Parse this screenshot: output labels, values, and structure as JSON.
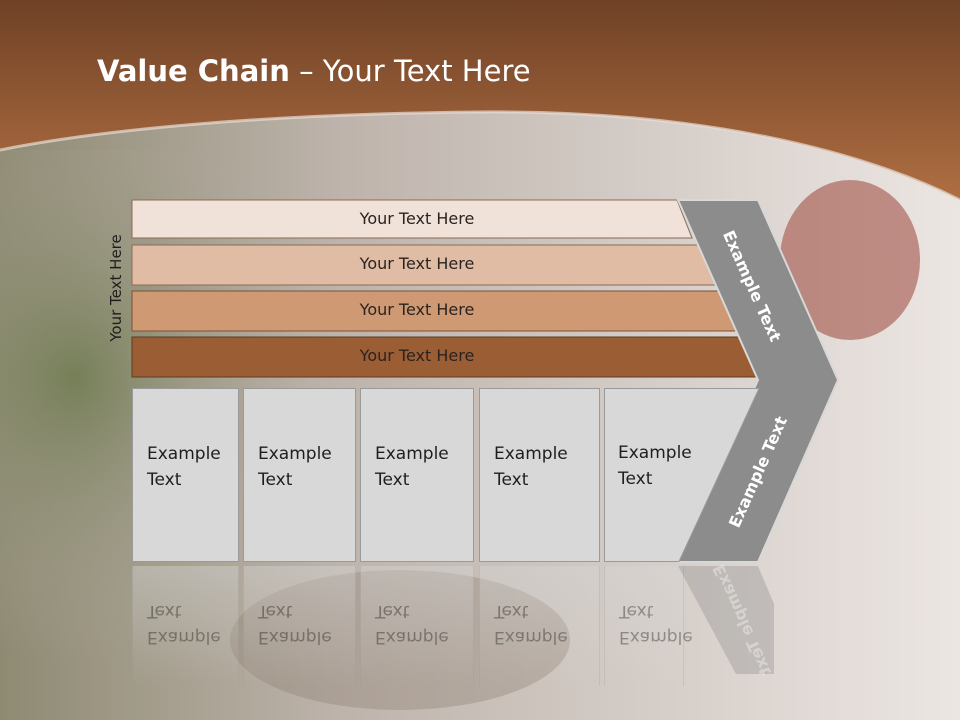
{
  "slide": {
    "title_bold": "Value Chain",
    "title_rest": " – Your Text Here",
    "vertical_label": "Your Text Here"
  },
  "bars": [
    {
      "label": "Your Text Here",
      "color": "#f0e2d8"
    },
    {
      "label": "Your Text Here",
      "color": "#e0bca5"
    },
    {
      "label": "Your Text Here",
      "color": "#cf9a73"
    },
    {
      "label": "Your Text Here",
      "color": "#9b5d34"
    }
  ],
  "boxes": [
    {
      "line1": "Example",
      "line2": "Text"
    },
    {
      "line1": "Example",
      "line2": "Text"
    },
    {
      "line1": "Example",
      "line2": "Text"
    },
    {
      "line1": "Example",
      "line2": "Text"
    },
    {
      "line1": "Example",
      "line2": "Text"
    }
  ],
  "chevron": {
    "upper_text": "Example Text",
    "lower_text": "Example Text",
    "color": "#8c8c8c"
  },
  "colors": {
    "header_brown": "#a0623a",
    "box_fill": "#d8d8d8"
  }
}
